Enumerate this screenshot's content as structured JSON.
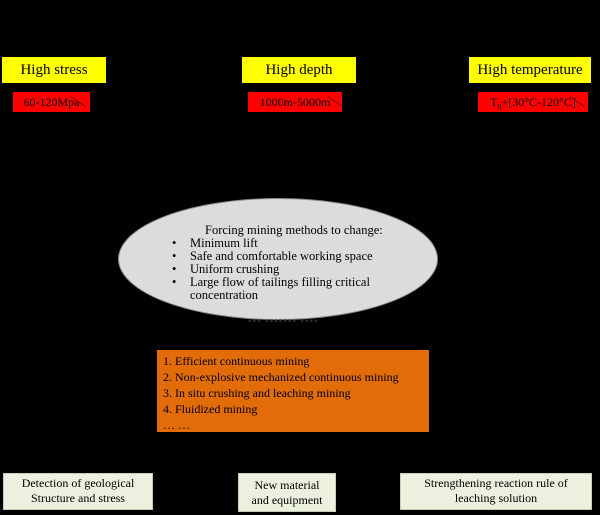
{
  "factors": [
    {
      "label": "High stress",
      "value": "60-120Mpa"
    },
    {
      "label": "High depth",
      "value": "1000m-5000m"
    },
    {
      "label": "High temperature",
      "value_prefix": "T",
      "value_sub": "0",
      "value_suffix": "+[30°C-120°C]"
    }
  ],
  "forcing": {
    "title": "Forcing mining methods to change:",
    "items": [
      "Minimum lift",
      "Safe and comfortable working space",
      "Uniform crushing",
      "Large flow of tailings filling critical concentration"
    ]
  },
  "methods": [
    "1. Efficient continuous mining",
    "2. Non-explosive mechanized continuous mining",
    "3. In situ crushing and leaching mining",
    "4. Fluidized mining",
    "… …"
  ],
  "bottom": [
    {
      "line1": "Detection of geological",
      "line2": "Structure and stress"
    },
    {
      "line1": "New material",
      "line2": "and equipment"
    },
    {
      "line1": "Strengthening reaction rule of",
      "line2": "leaching solution"
    }
  ],
  "colors": {
    "background": "#000000",
    "factor_label": "#ffff00",
    "factor_value": "#ff0000",
    "ellipse": "#dcdcdc",
    "methods_box": "#e36c0a",
    "bottom_box": "#ebf1de"
  }
}
